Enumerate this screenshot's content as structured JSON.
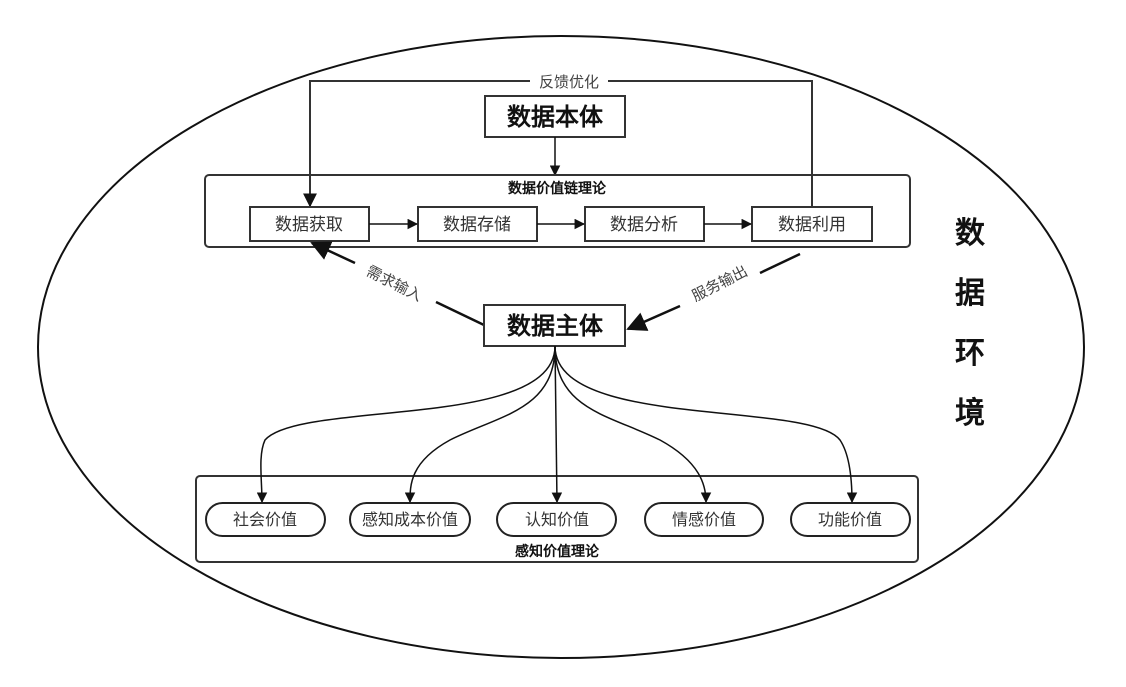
{
  "diagram": {
    "environment_label": [
      "数",
      "据",
      "环",
      "境"
    ],
    "feedback_label": "反馈优化",
    "data_ontology": "数据本体",
    "value_chain": {
      "title": "数据价值链理论",
      "steps": [
        "数据获取",
        "数据存储",
        "数据分析",
        "数据利用"
      ]
    },
    "data_subject": "数据主体",
    "demand_input_label": "需求输入",
    "service_output_label": "服务输出",
    "perceived_value": {
      "title": "感知价值理论",
      "values": [
        "社会价值",
        "感知成本价值",
        "认知价值",
        "情感价值",
        "功能价值"
      ]
    }
  }
}
